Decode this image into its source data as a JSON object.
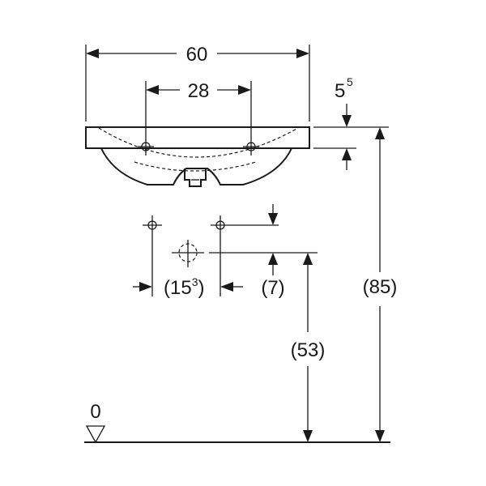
{
  "dimensions": {
    "basin_width": "60",
    "tap_hole_spacing": "28",
    "rim_thickness_base": "5",
    "rim_thickness_sup": "5",
    "waste_offset_base": "(15",
    "waste_offset_sup": "3",
    "waste_offset_close": ")",
    "supply_height_offset": "(7)",
    "waste_height": "(53)",
    "rim_height": "(85)",
    "floor_level": "0"
  }
}
